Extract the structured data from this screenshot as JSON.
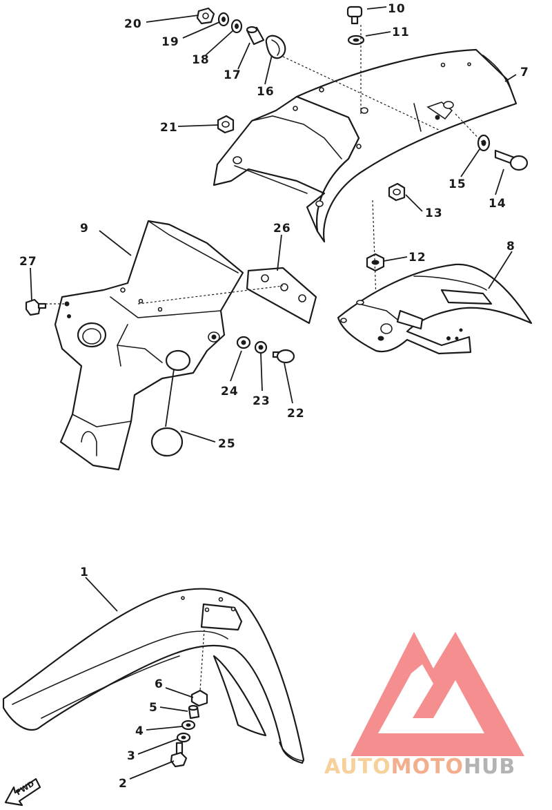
{
  "diagram": {
    "callouts": [
      {
        "id": "1",
        "label": "1"
      },
      {
        "id": "2",
        "label": "2"
      },
      {
        "id": "3",
        "label": "3"
      },
      {
        "id": "4",
        "label": "4"
      },
      {
        "id": "5",
        "label": "5"
      },
      {
        "id": "6",
        "label": "6"
      },
      {
        "id": "7",
        "label": "7"
      },
      {
        "id": "8",
        "label": "8"
      },
      {
        "id": "9",
        "label": "9"
      },
      {
        "id": "10",
        "label": "10"
      },
      {
        "id": "11",
        "label": "11"
      },
      {
        "id": "12",
        "label": "12"
      },
      {
        "id": "13",
        "label": "13"
      },
      {
        "id": "14",
        "label": "14"
      },
      {
        "id": "15",
        "label": "15"
      },
      {
        "id": "16",
        "label": "16"
      },
      {
        "id": "17",
        "label": "17"
      },
      {
        "id": "18",
        "label": "18"
      },
      {
        "id": "19",
        "label": "19"
      },
      {
        "id": "20",
        "label": "20"
      },
      {
        "id": "21",
        "label": "21"
      },
      {
        "id": "22",
        "label": "22"
      },
      {
        "id": "23",
        "label": "23"
      },
      {
        "id": "24",
        "label": "24"
      },
      {
        "id": "25",
        "label": "25"
      },
      {
        "id": "26",
        "label": "26"
      },
      {
        "id": "27",
        "label": "27"
      }
    ],
    "direction_marker": {
      "label": "FWD",
      "icon": "arrow-left-icon"
    }
  },
  "watermark": {
    "text_auto": "AUTO",
    "text_moto": "MOTO",
    "text_hub": "HUB",
    "colors": {
      "auto": "#f6c98a",
      "moto": "#f2a07a",
      "hub": "#a6a6a6",
      "logo": "#f47c7c"
    }
  }
}
